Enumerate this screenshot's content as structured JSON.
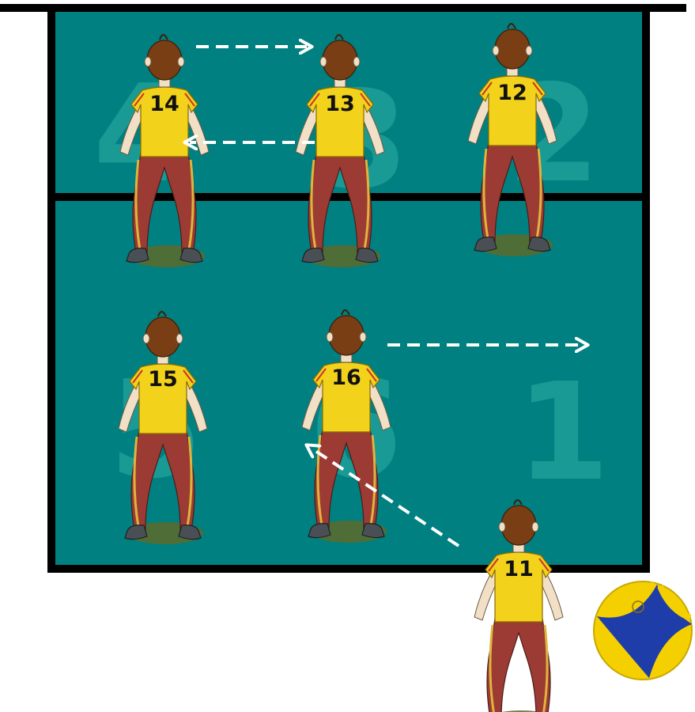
{
  "colors": {
    "court": "#008080",
    "court_border": "#000000",
    "zone_numeral": "#1a9a94",
    "jersey": "#f2d21b",
    "jersey_outline": "#8a6a00",
    "pants": "#9c3b33",
    "pants_stripe": "#e0b43c",
    "skin": "#f1dfc6",
    "hair": "#7a3e14",
    "shoe": "#4a4f55",
    "shadow": "#5d6a2a",
    "arrow": "#ffffff",
    "ball_yellow": "#f5d000",
    "ball_blue": "#1f3da8"
  },
  "court": {
    "zones": [
      {
        "id": "zone-4",
        "label": "4"
      },
      {
        "id": "zone-3",
        "label": "3"
      },
      {
        "id": "zone-2",
        "label": "2"
      },
      {
        "id": "zone-5",
        "label": "5"
      },
      {
        "id": "zone-6",
        "label": "6"
      },
      {
        "id": "zone-1",
        "label": "1"
      }
    ]
  },
  "players": [
    {
      "id": "player-14",
      "number": "14",
      "zone": "4",
      "role": "front-row"
    },
    {
      "id": "player-13",
      "number": "13",
      "zone": "3",
      "role": "front-row"
    },
    {
      "id": "player-12",
      "number": "12",
      "zone": "2",
      "role": "front-row"
    },
    {
      "id": "player-15",
      "number": "15",
      "zone": "5",
      "role": "back-row"
    },
    {
      "id": "player-16",
      "number": "16",
      "zone": "6",
      "role": "back-row"
    },
    {
      "id": "player-11",
      "number": "11",
      "zone": "serve",
      "role": "server"
    }
  ],
  "arrows": [
    {
      "id": "arrow-14-to-13",
      "from": "14",
      "to": "13",
      "style": "dashed"
    },
    {
      "id": "arrow-13-to-14",
      "from": "13",
      "to": "14",
      "style": "dashed"
    },
    {
      "id": "arrow-16-to-zone-1",
      "from": "16",
      "to": "zone 1",
      "style": "dashed"
    },
    {
      "id": "arrow-11-to-16",
      "from": "11",
      "to": "16",
      "style": "dashed"
    }
  ],
  "ball": {
    "icon": "volleyball-icon"
  }
}
